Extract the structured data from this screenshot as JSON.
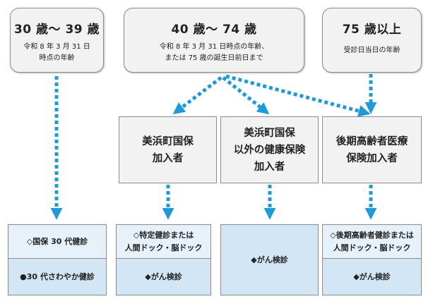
{
  "groups": [
    {
      "age": "30 歳～ 39 歳",
      "note_line1": "令和 8 年 3 月 31 日",
      "note_line2": "時点の年齢"
    },
    {
      "age": "40 歳～ 74 歳",
      "note_line1": "令和 8 年 3 月 31 日時点の年齢、",
      "note_line2": "または 75 歳の誕生日前日まで"
    },
    {
      "age": "75 歳以上",
      "note_line1": "受診日当日の年齢"
    }
  ],
  "insurers": [
    {
      "line1": "美浜町国保",
      "line2": "加入者"
    },
    {
      "line1": "美浜町国保",
      "line2": "以外の健康保険",
      "line3": "加入者"
    },
    {
      "line1": "後期高齢者医療",
      "line2": "保険加入者"
    }
  ],
  "checkups": {
    "col1": {
      "top": "◇国保 30 代健診",
      "bottom": "●30 代さわやか健診"
    },
    "col2": {
      "top_line1": "◇特定健診または",
      "top_line2": "人間ドック・脳ドック",
      "bottom": "◆がん検診"
    },
    "col3": {
      "only": "◆がん検診"
    },
    "col4": {
      "top_line1": "◇後期高齢者健診または",
      "top_line2": "人間ドック・脳ドック",
      "bottom": "◆がん検診"
    }
  },
  "colors": {
    "arrow": "#1f9ad6",
    "box_fill": "#f2f2f2",
    "cell_light": "#e6f1f9",
    "cell_blue": "#d2e6f5"
  }
}
